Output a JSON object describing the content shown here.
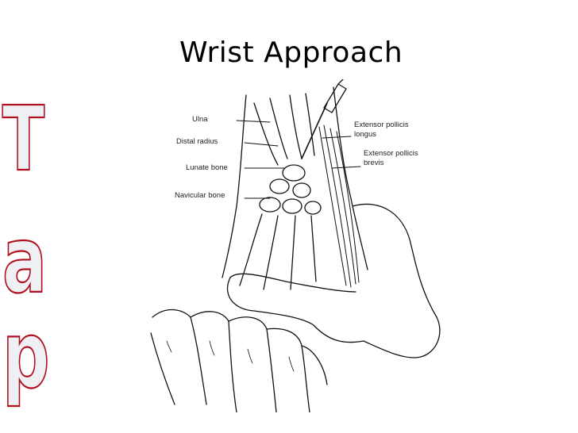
{
  "slide": {
    "title": "Wrist Approach",
    "wordart_letters": [
      "T",
      "a",
      "p"
    ],
    "wordart_fill": "#eef0f4",
    "wordart_outline": "#b01020",
    "figure": {
      "labels": {
        "ulna": "Ulna",
        "distal_radius": "Distal radius",
        "lunate_bone": "Lunate bone",
        "navicular_bone": "Navicular bone",
        "epl_line1": "Extensor pollicis",
        "epl_line2": "longus",
        "epb_line1": "Extensor pollicis",
        "epb_line2": "brevis"
      }
    }
  }
}
